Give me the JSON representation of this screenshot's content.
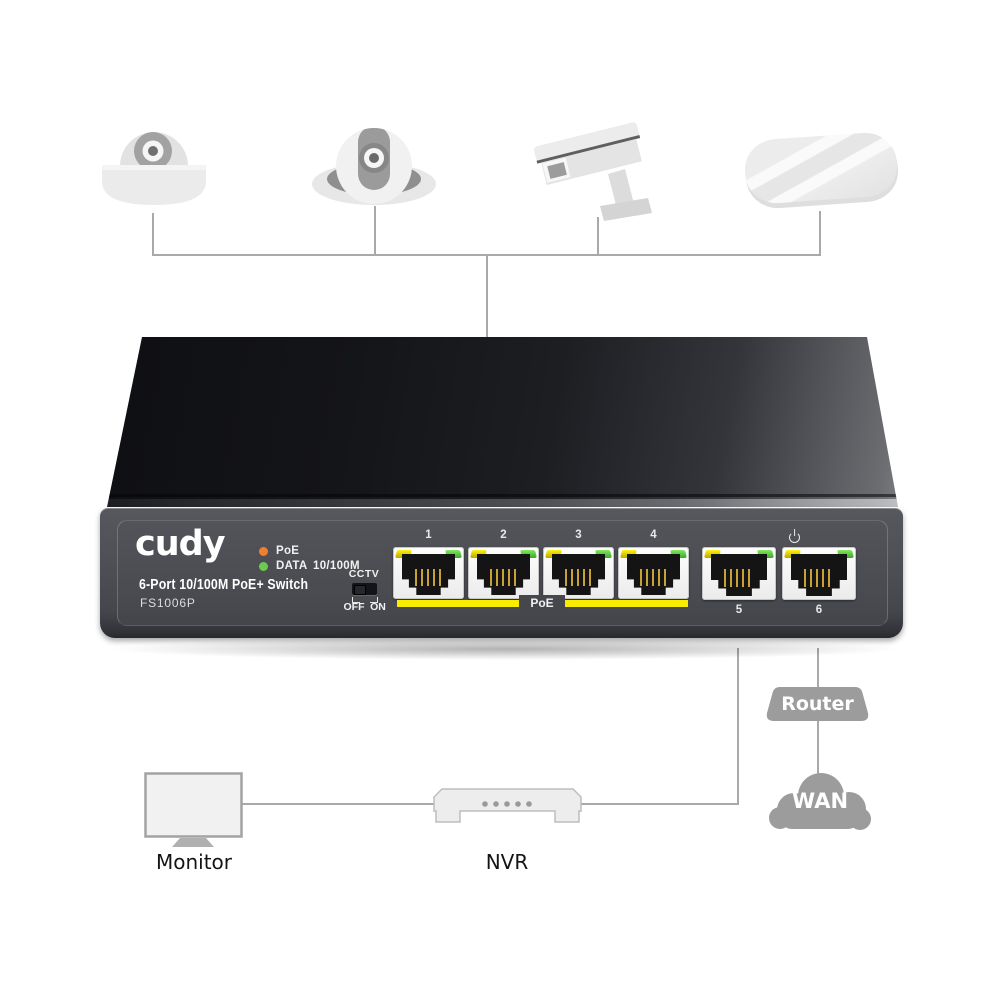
{
  "topology": {
    "top_devices": [
      {
        "name": "dome-camera"
      },
      {
        "name": "turret-dome-camera"
      },
      {
        "name": "bullet-cctv-camera"
      },
      {
        "name": "wireless-access-point"
      }
    ],
    "bottom": {
      "monitor_label": "Monitor",
      "nvr_label": "NVR",
      "router_label": "Router",
      "wan_label": "WAN"
    },
    "line_color": "#a9a9a9"
  },
  "switch": {
    "brand": "cudy",
    "product_title": "6-Port 10/100M PoE+ Switch",
    "model": "FS1006P",
    "led_legend": {
      "poe": {
        "label": "PoE",
        "color": "#f07f2f"
      },
      "data": {
        "label": "DATA",
        "speed": "10/100M",
        "color": "#6bcb4d"
      }
    },
    "cctv_toggle": {
      "label": "CCTV",
      "off_label": "OFF",
      "on_label": "ON",
      "state": "OFF"
    },
    "poe_group_label": "PoE",
    "ports": [
      {
        "label": "1",
        "poe": true
      },
      {
        "label": "2",
        "poe": true
      },
      {
        "label": "3",
        "poe": true
      },
      {
        "label": "4",
        "poe": true
      },
      {
        "label": "5",
        "poe": false
      },
      {
        "label": "6",
        "poe": false,
        "power_indicator": true
      }
    ],
    "colors": {
      "panel": "#4b4d53",
      "poe_bar": "#f8ec00",
      "port_led_yellow": "#f3e40a",
      "port_led_green": "#59c840"
    }
  }
}
